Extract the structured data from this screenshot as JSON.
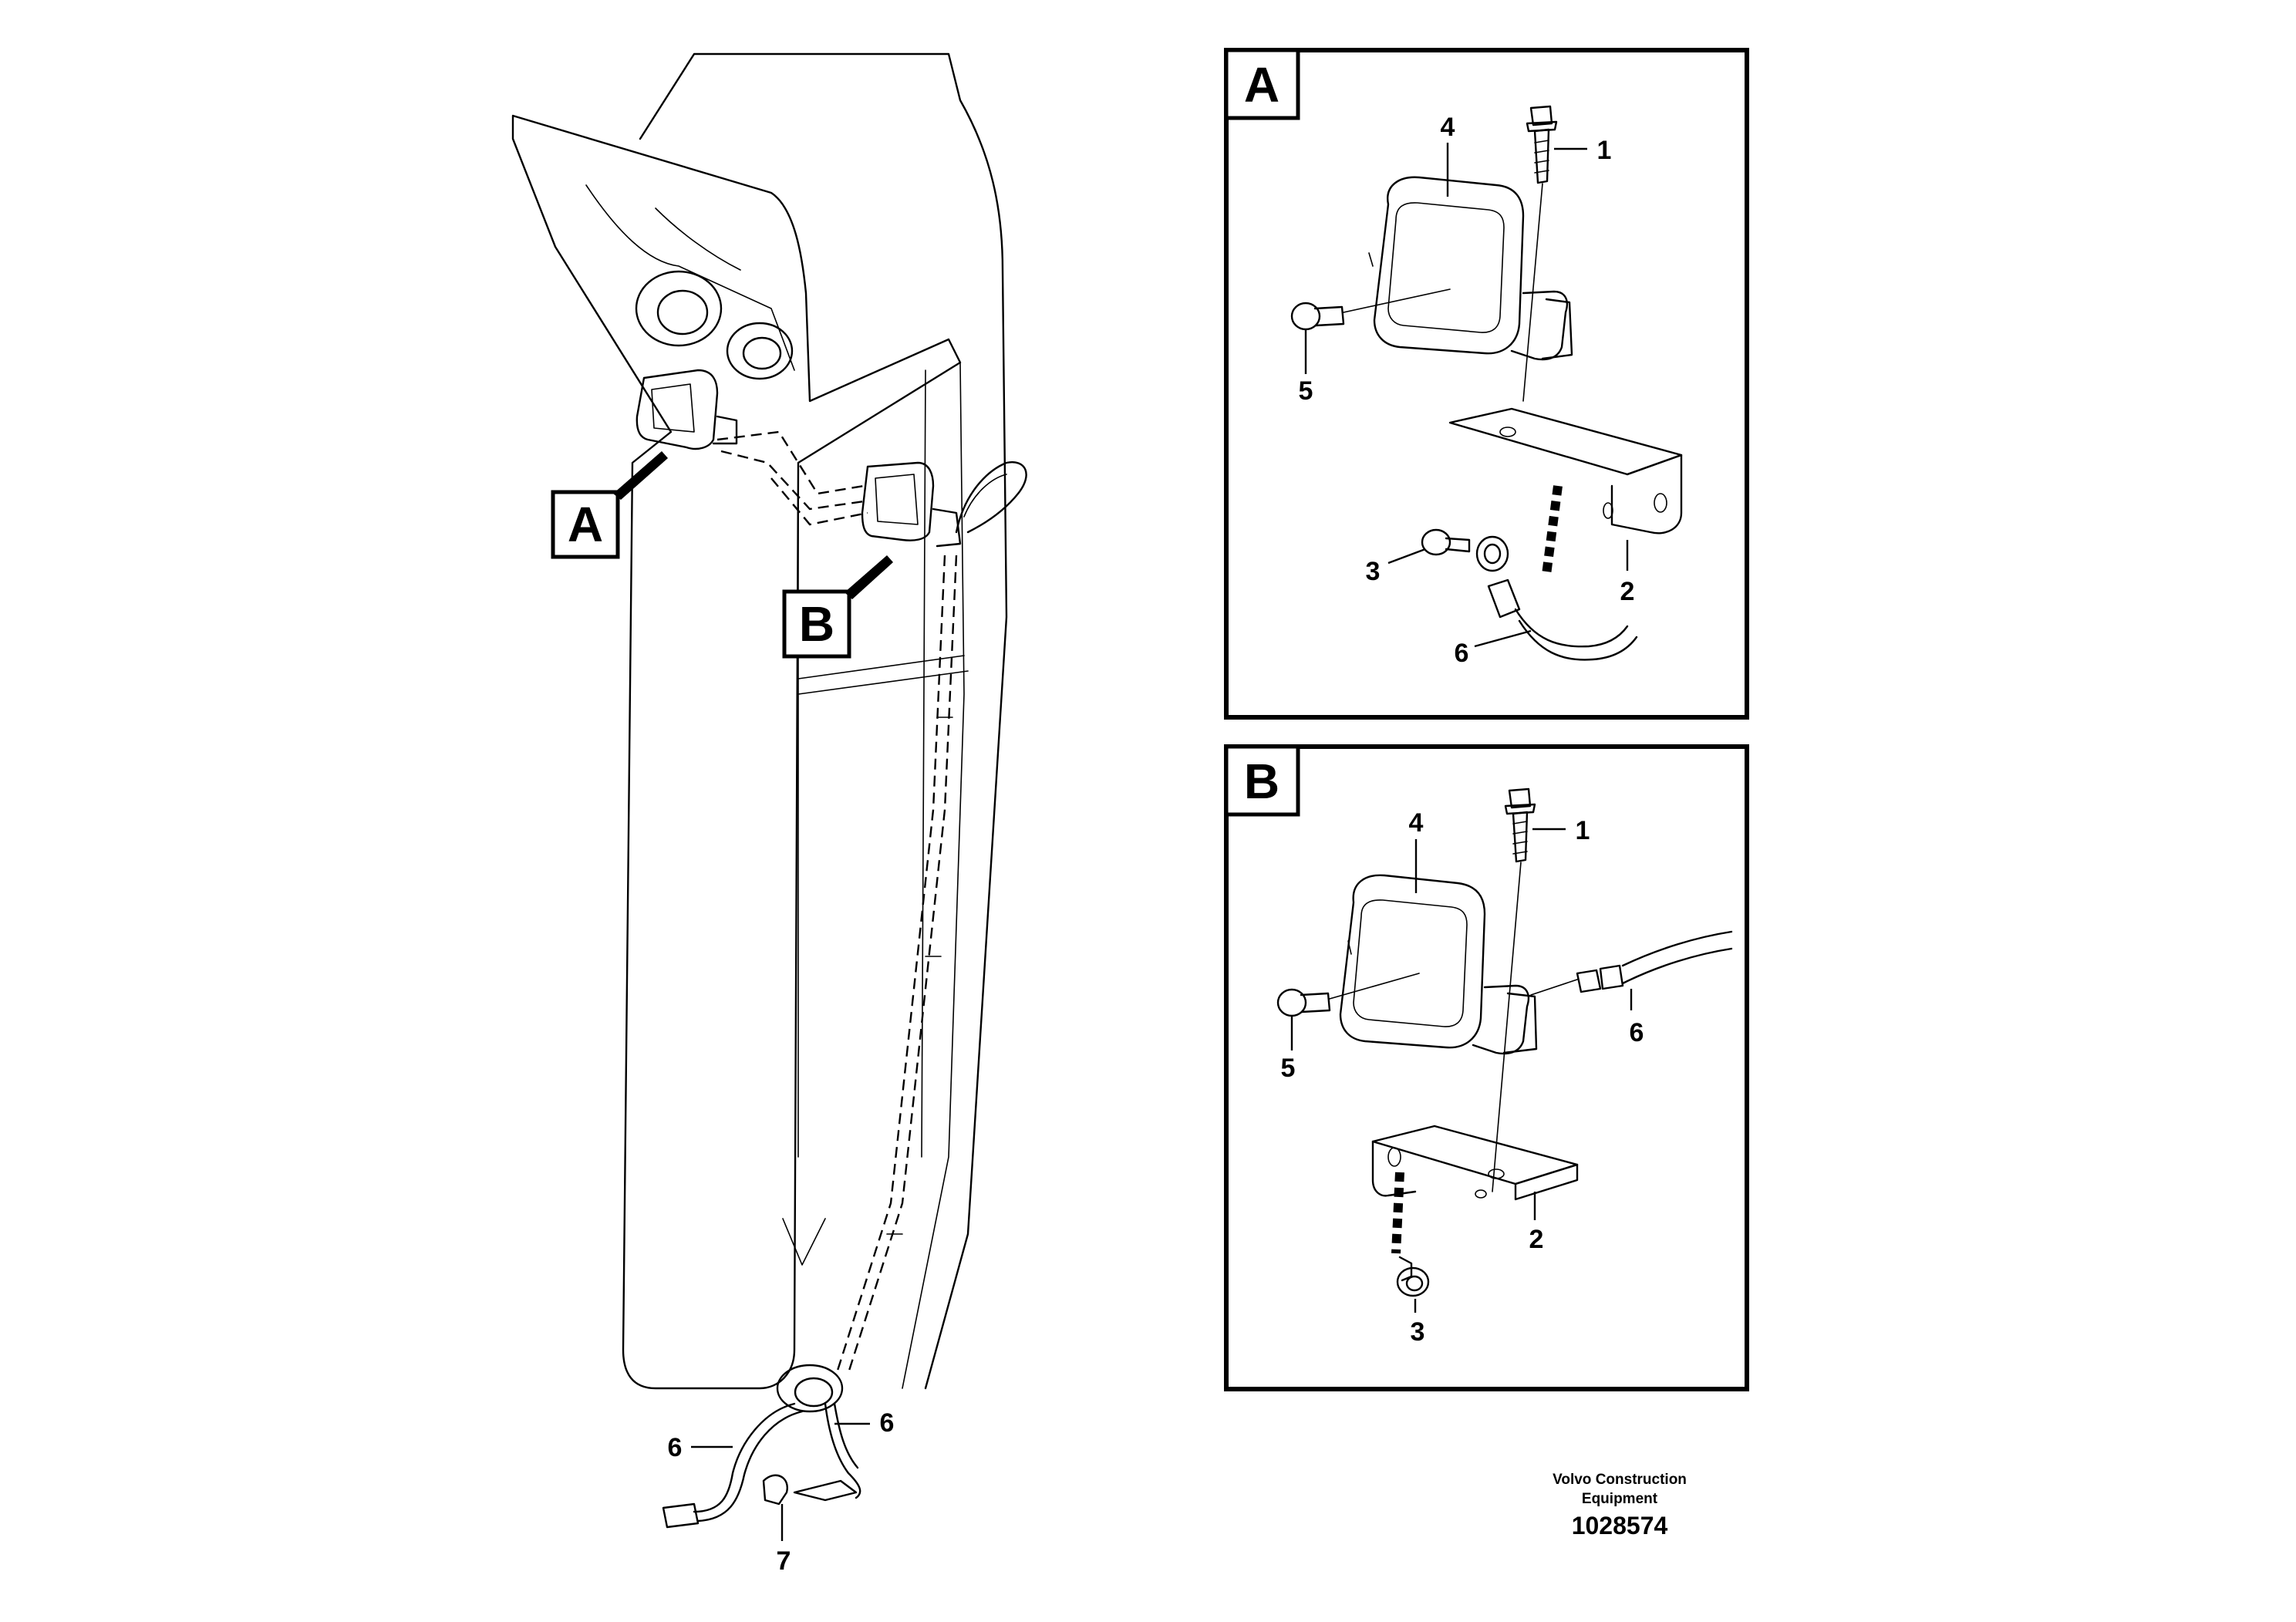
{
  "overview": {
    "view_a_label": "A",
    "view_b_label": "B",
    "callouts": [
      "6",
      "6",
      "7"
    ]
  },
  "detail_a": {
    "label": "A",
    "callouts": [
      "1",
      "4",
      "5",
      "3",
      "2",
      "6"
    ]
  },
  "detail_b": {
    "label": "B",
    "callouts": [
      "1",
      "4",
      "5",
      "6",
      "2",
      "3"
    ]
  },
  "footer": {
    "brand_line1": "Volvo Construction",
    "brand_line2": "Equipment",
    "document_number": "1028574"
  }
}
